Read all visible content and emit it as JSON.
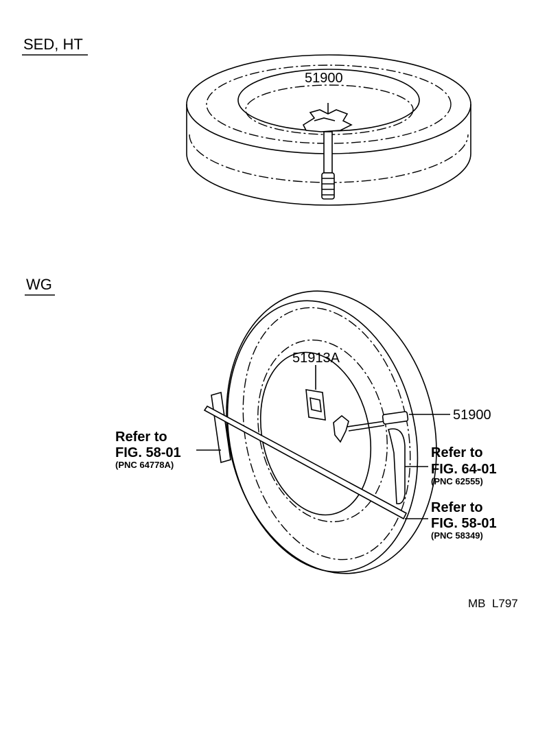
{
  "sections": {
    "sed": {
      "title": "SED, HT"
    },
    "wg": {
      "title": "WG"
    }
  },
  "callouts": {
    "sed_part": "51900",
    "wg_bracket": "51913A",
    "wg_part": "51900",
    "ref1": {
      "line1": "Refer to",
      "line2": "FIG. 58-01",
      "line3": "(PNC 64778A)"
    },
    "ref2": {
      "line1": "Refer to",
      "line2": "FIG. 64-01",
      "line3": "(PNC 62555)"
    },
    "ref3": {
      "line1": "Refer to",
      "line2": "FIG. 58-01",
      "line3": "(PNC 58349)"
    }
  },
  "drawing_code": "MB  L797"
}
